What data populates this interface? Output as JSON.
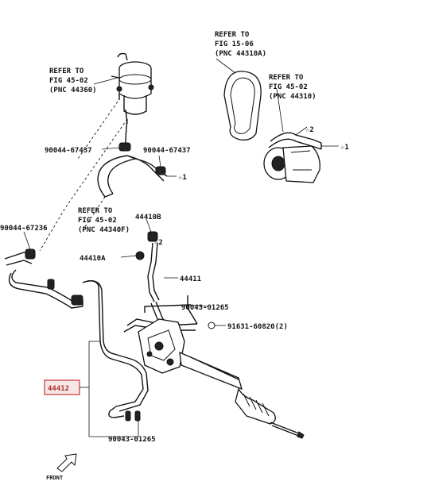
{
  "refs": {
    "reservoir": [
      "REFER TO",
      "FIG 45-02",
      "(PNC 44360)"
    ],
    "vbelt": [
      "REFER TO",
      "FIG 15-06",
      "(PNC 44310A)"
    ],
    "pump": [
      "REFER TO",
      "FIG 45-02",
      "(PNC 44310)"
    ],
    "hose": [
      "REFER TO",
      "FIG 45-02",
      "(PNC 44340F)"
    ]
  },
  "parts": {
    "clamp_left_reservoir": "90044-67437",
    "clamp_right_reservoir": "90044-67437",
    "clamp_left_return": "90044-67236",
    "union_bolt_upper": "44410B",
    "union_bolt_lower": "44410A",
    "pressure_tube": "44411",
    "gasket_upper": "90043-01265",
    "plug": "91631-60820(2)",
    "return_tube": "44412",
    "gasket_lower": "90043-01265"
  },
  "markers": {
    "star1_pump": "☆1",
    "star2_pump": "☆2",
    "star1_hose": "☆1",
    "star2_bolt": "☆2"
  },
  "front_label": "FRONT",
  "highlight_color": "#d05a5a"
}
